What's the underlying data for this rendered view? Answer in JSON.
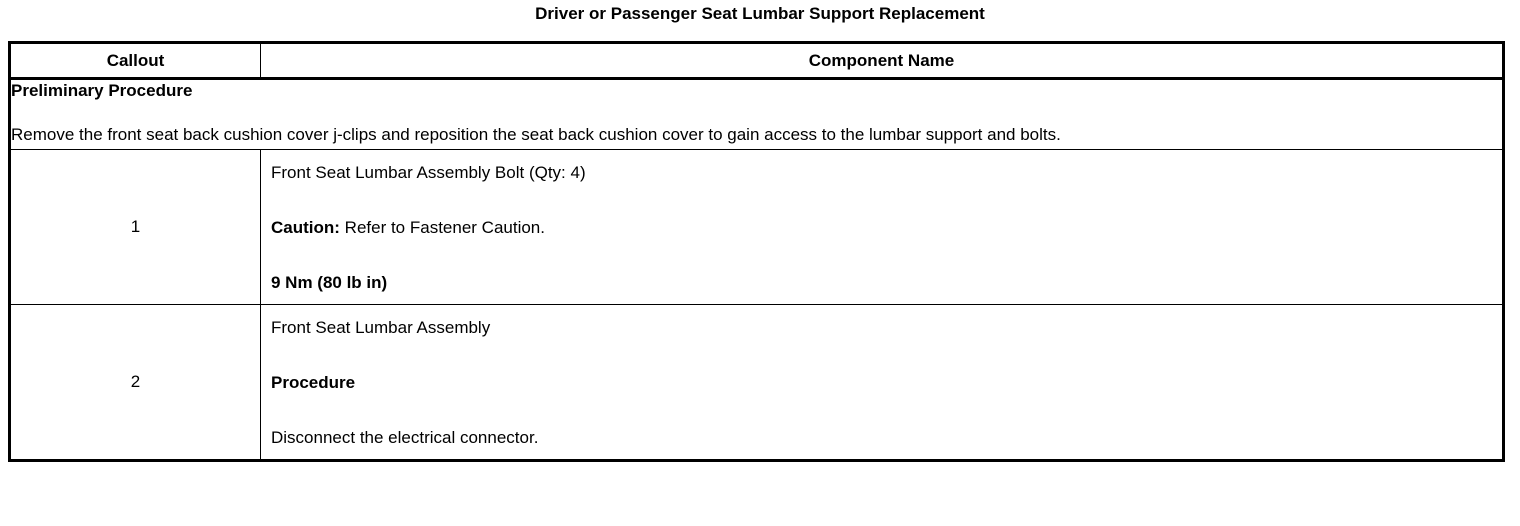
{
  "document": {
    "title": "Driver or Passenger Seat Lumbar Support Replacement"
  },
  "table": {
    "headers": {
      "callout": "Callout",
      "component_name": "Component Name"
    },
    "preliminary": {
      "heading": "Preliminary Procedure",
      "body": "Remove the front seat back cushion cover j-clips and reposition the seat back cushion cover to gain access to the lumbar support and bolts."
    },
    "rows": [
      {
        "callout": "1",
        "lines": [
          {
            "text": "Front Seat Lumbar Assembly Bolt (Qty: 4)",
            "style": "normal"
          },
          {
            "lead": "Caution:",
            "text": " Refer to Fastener Caution.",
            "style": "lead-bold"
          },
          {
            "text": "9 Nm (80 lb in)",
            "style": "bold"
          }
        ]
      },
      {
        "callout": "2",
        "lines": [
          {
            "text": "Front Seat Lumbar Assembly",
            "style": "normal"
          },
          {
            "text": "Procedure",
            "style": "bold"
          },
          {
            "text": "Disconnect the electrical connector.",
            "style": "normal"
          }
        ]
      }
    ]
  },
  "colors": {
    "border": "#000000",
    "text": "#000000",
    "background": "#ffffff"
  }
}
